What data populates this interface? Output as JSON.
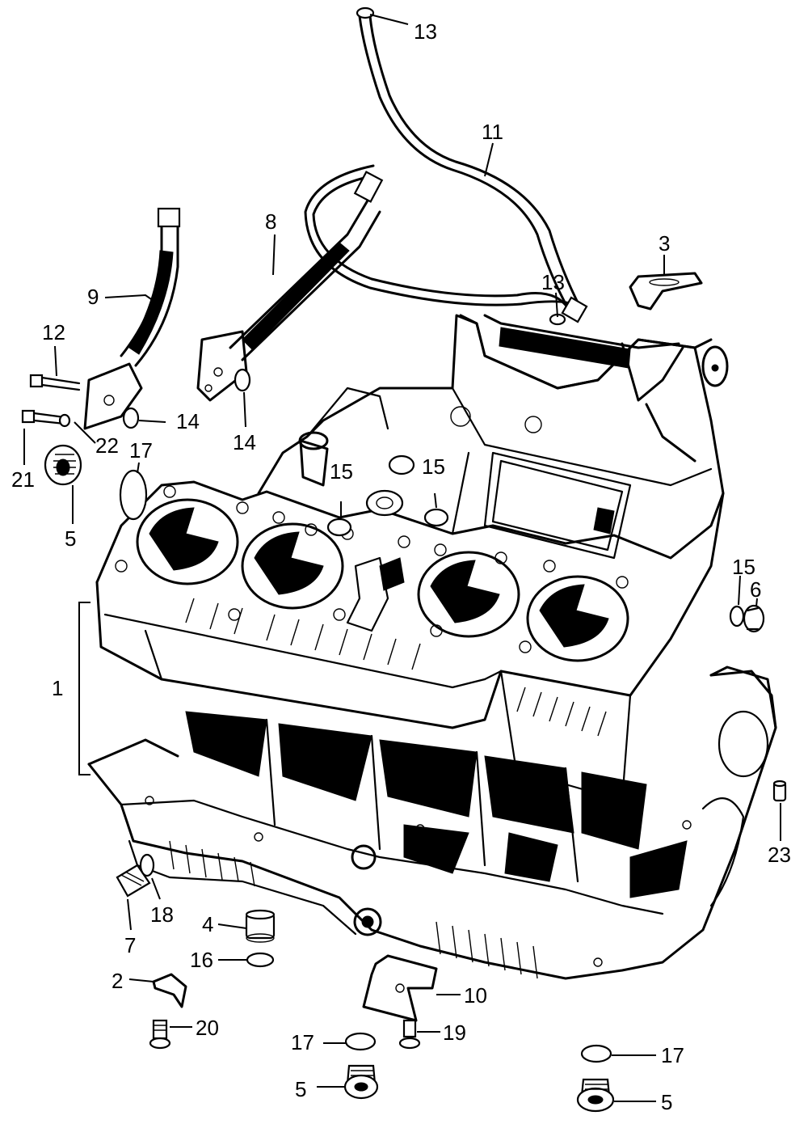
{
  "labels": {
    "l1": "1",
    "l2": "2",
    "l3": "3",
    "l4": "4",
    "l5a": "5",
    "l5b": "5",
    "l5c": "5",
    "l6": "6",
    "l7": "7",
    "l8": "8",
    "l9": "9",
    "l10": "10",
    "l11": "11",
    "l12": "12",
    "l13a": "13",
    "l13b": "13",
    "l14a": "14",
    "l14b": "14",
    "l15a": "15",
    "l15b": "15",
    "l15c": "15",
    "l16": "16",
    "l17a": "17",
    "l17b": "17",
    "l17c": "17",
    "l18": "18",
    "l19": "19",
    "l20": "20",
    "l21": "21",
    "l22": "22",
    "l23": "23"
  }
}
